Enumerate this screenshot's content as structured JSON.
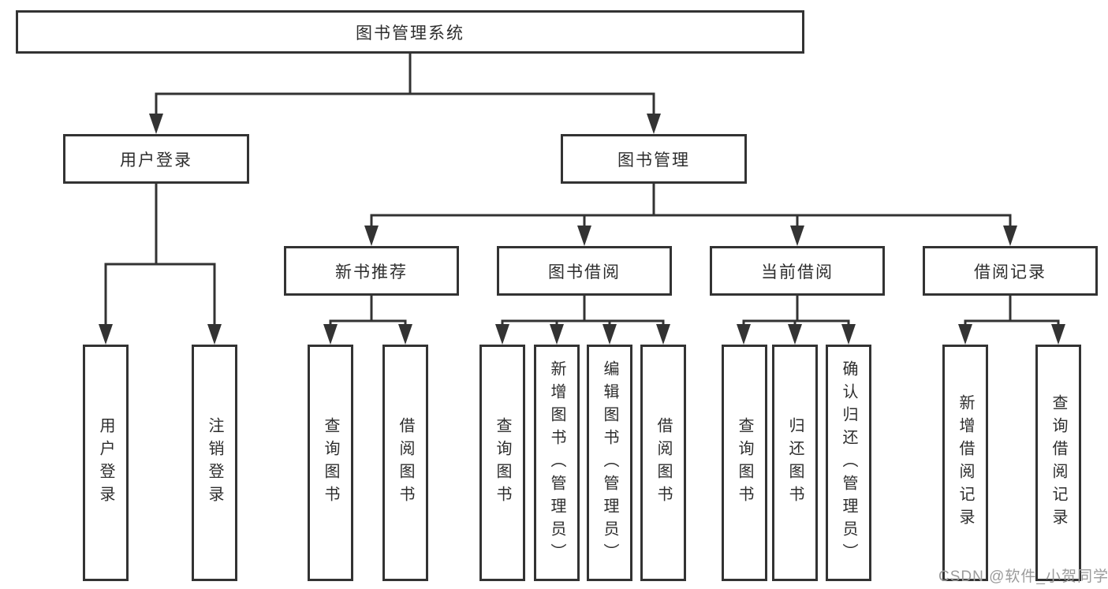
{
  "diagram": {
    "title": "图书管理系统",
    "level2": [
      {
        "label": "用户登录"
      },
      {
        "label": "图书管理"
      }
    ],
    "level3": [
      {
        "label": "新书推荐"
      },
      {
        "label": "图书借阅"
      },
      {
        "label": "当前借阅"
      },
      {
        "label": "借阅记录"
      }
    ],
    "leaf_groups": [
      {
        "parent": "用户登录",
        "items": [
          "用户登录",
          "注销登录"
        ]
      },
      {
        "parent": "新书推荐",
        "items": [
          "查询图书",
          "借阅图书"
        ]
      },
      {
        "parent": "图书借阅",
        "items": [
          "查询图书",
          "新增图书（管理员）",
          "编辑图书（管理员）",
          "借阅图书"
        ]
      },
      {
        "parent": "当前借阅",
        "items": [
          "查询图书",
          "归还图书",
          "确认归还（管理员）"
        ]
      },
      {
        "parent": "借阅记录",
        "items": [
          "新增借阅记录",
          "查询借阅记录"
        ]
      }
    ]
  },
  "watermark": {
    "text": "CSDN @软件_小贺同学"
  },
  "colors": {
    "line": "#333333",
    "border": "#333333",
    "text": "#2d2d2d",
    "watermark": "#9b9b9b",
    "background": "#ffffff"
  }
}
